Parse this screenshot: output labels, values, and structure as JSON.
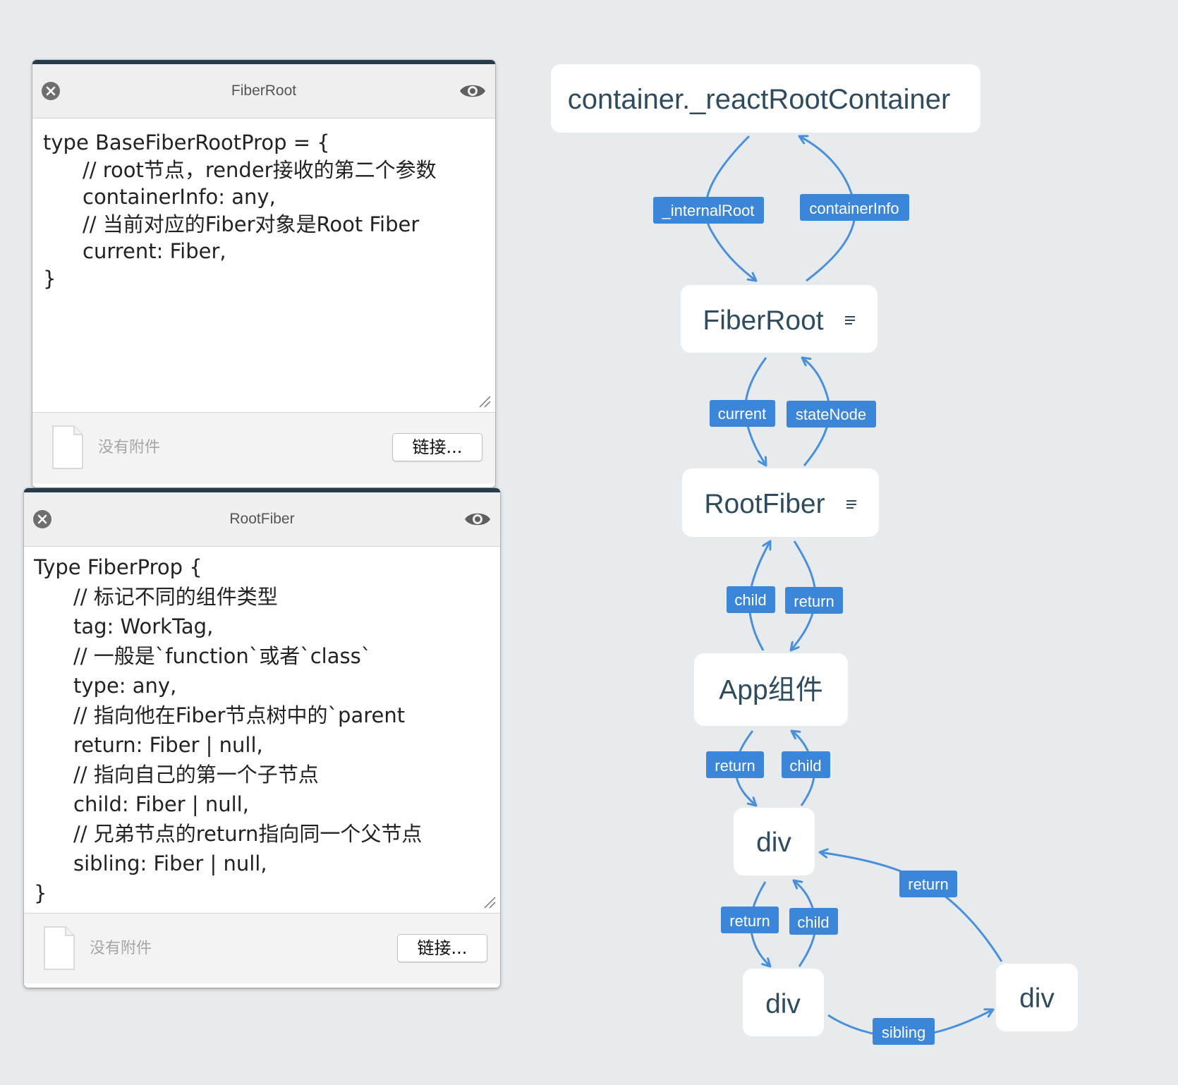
{
  "panels": {
    "fiberroot": {
      "title": "FiberRoot",
      "code": [
        "type BaseFiberRootProp = {",
        "// root节点，render接收的第二个参数",
        "containerInfo: any,",
        "// 当前对应的Fiber对象是Root Fiber",
        "current: Fiber,",
        "}"
      ],
      "no_attachment": "没有附件",
      "link_button": "链接..."
    },
    "rootfiber": {
      "title": "RootFiber",
      "code": [
        "Type FiberProp {",
        "// 标记不同的组件类型",
        "tag: WorkTag,",
        "// 一般是`function`或者`class`",
        "type: any,",
        "// 指向他在Fiber节点树中的`parent",
        "return: Fiber | null,",
        "// 指向自己的第一个子节点",
        "child: Fiber | null,",
        "// 兄弟节点的return指向同一个父节点",
        "sibling: Fiber | null,",
        "}"
      ],
      "no_attachment": "没有附件",
      "link_button": "链接..."
    }
  },
  "nodes": {
    "container": "container._reactRootContainer",
    "fiberroot": "FiberRoot",
    "rootfiber": "RootFiber",
    "app": "App组件",
    "div_parent": "div",
    "div_child": "div",
    "div_sibling": "div"
  },
  "edge_labels": {
    "internal_root": "_internalRoot",
    "container_info": "containerInfo",
    "current": "current",
    "state_node": "stateNode",
    "rootfiber_child": "child",
    "app_return": "return",
    "app_return_2": "return",
    "div_child": "child",
    "div_return_right": "return",
    "divchild_return": "return",
    "divchild_child": "child",
    "sibling": "sibling"
  },
  "colors": {
    "panel_accent": "#263c4b",
    "edge": "#4a90d9",
    "label_bg": "#3b86d8",
    "node_text": "#2e4c5e",
    "canvas_bg": "#e8ebee"
  },
  "icons": {
    "close": "close-circle-icon",
    "eye": "eye-icon",
    "note": "note-lines-icon",
    "file": "blank-file-icon",
    "resize": "resize-grip-icon"
  }
}
